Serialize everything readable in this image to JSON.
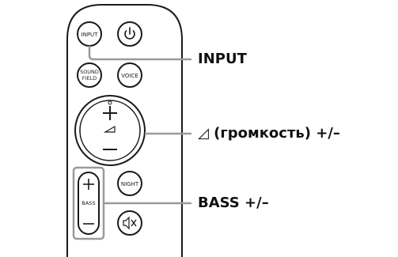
{
  "remote": {
    "buttons": {
      "input": "INPUT",
      "sound_field_line1": "SOUND",
      "sound_field_line2": "FIELD",
      "voice": "VOICE",
      "night": "NIGHT",
      "bass": "BASS",
      "power_icon": "power-icon",
      "mute_icon": "mute-icon",
      "volume_icon": "volume-wedge-icon"
    }
  },
  "callouts": {
    "input": "INPUT",
    "volume": "◿ (громкость) +/–",
    "bass": "BASS +/–"
  }
}
